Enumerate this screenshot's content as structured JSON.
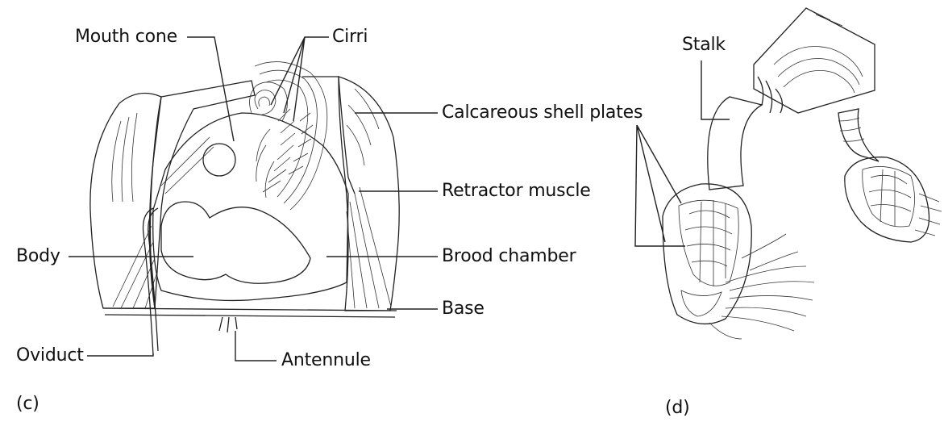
{
  "figure_c": {
    "panel_label": "(c)",
    "labels": {
      "mouth_cone": "Mouth cone",
      "cirri": "Cirri",
      "calcareous_shell_plates": "Calcareous shell plates",
      "retractor_muscle": "Retractor muscle",
      "brood_chamber": "Brood chamber",
      "body": "Body",
      "base": "Base",
      "oviduct": "Oviduct",
      "antennule": "Antennule"
    }
  },
  "figure_d": {
    "panel_label": "(d)",
    "labels": {
      "stalk": "Stalk"
    }
  }
}
